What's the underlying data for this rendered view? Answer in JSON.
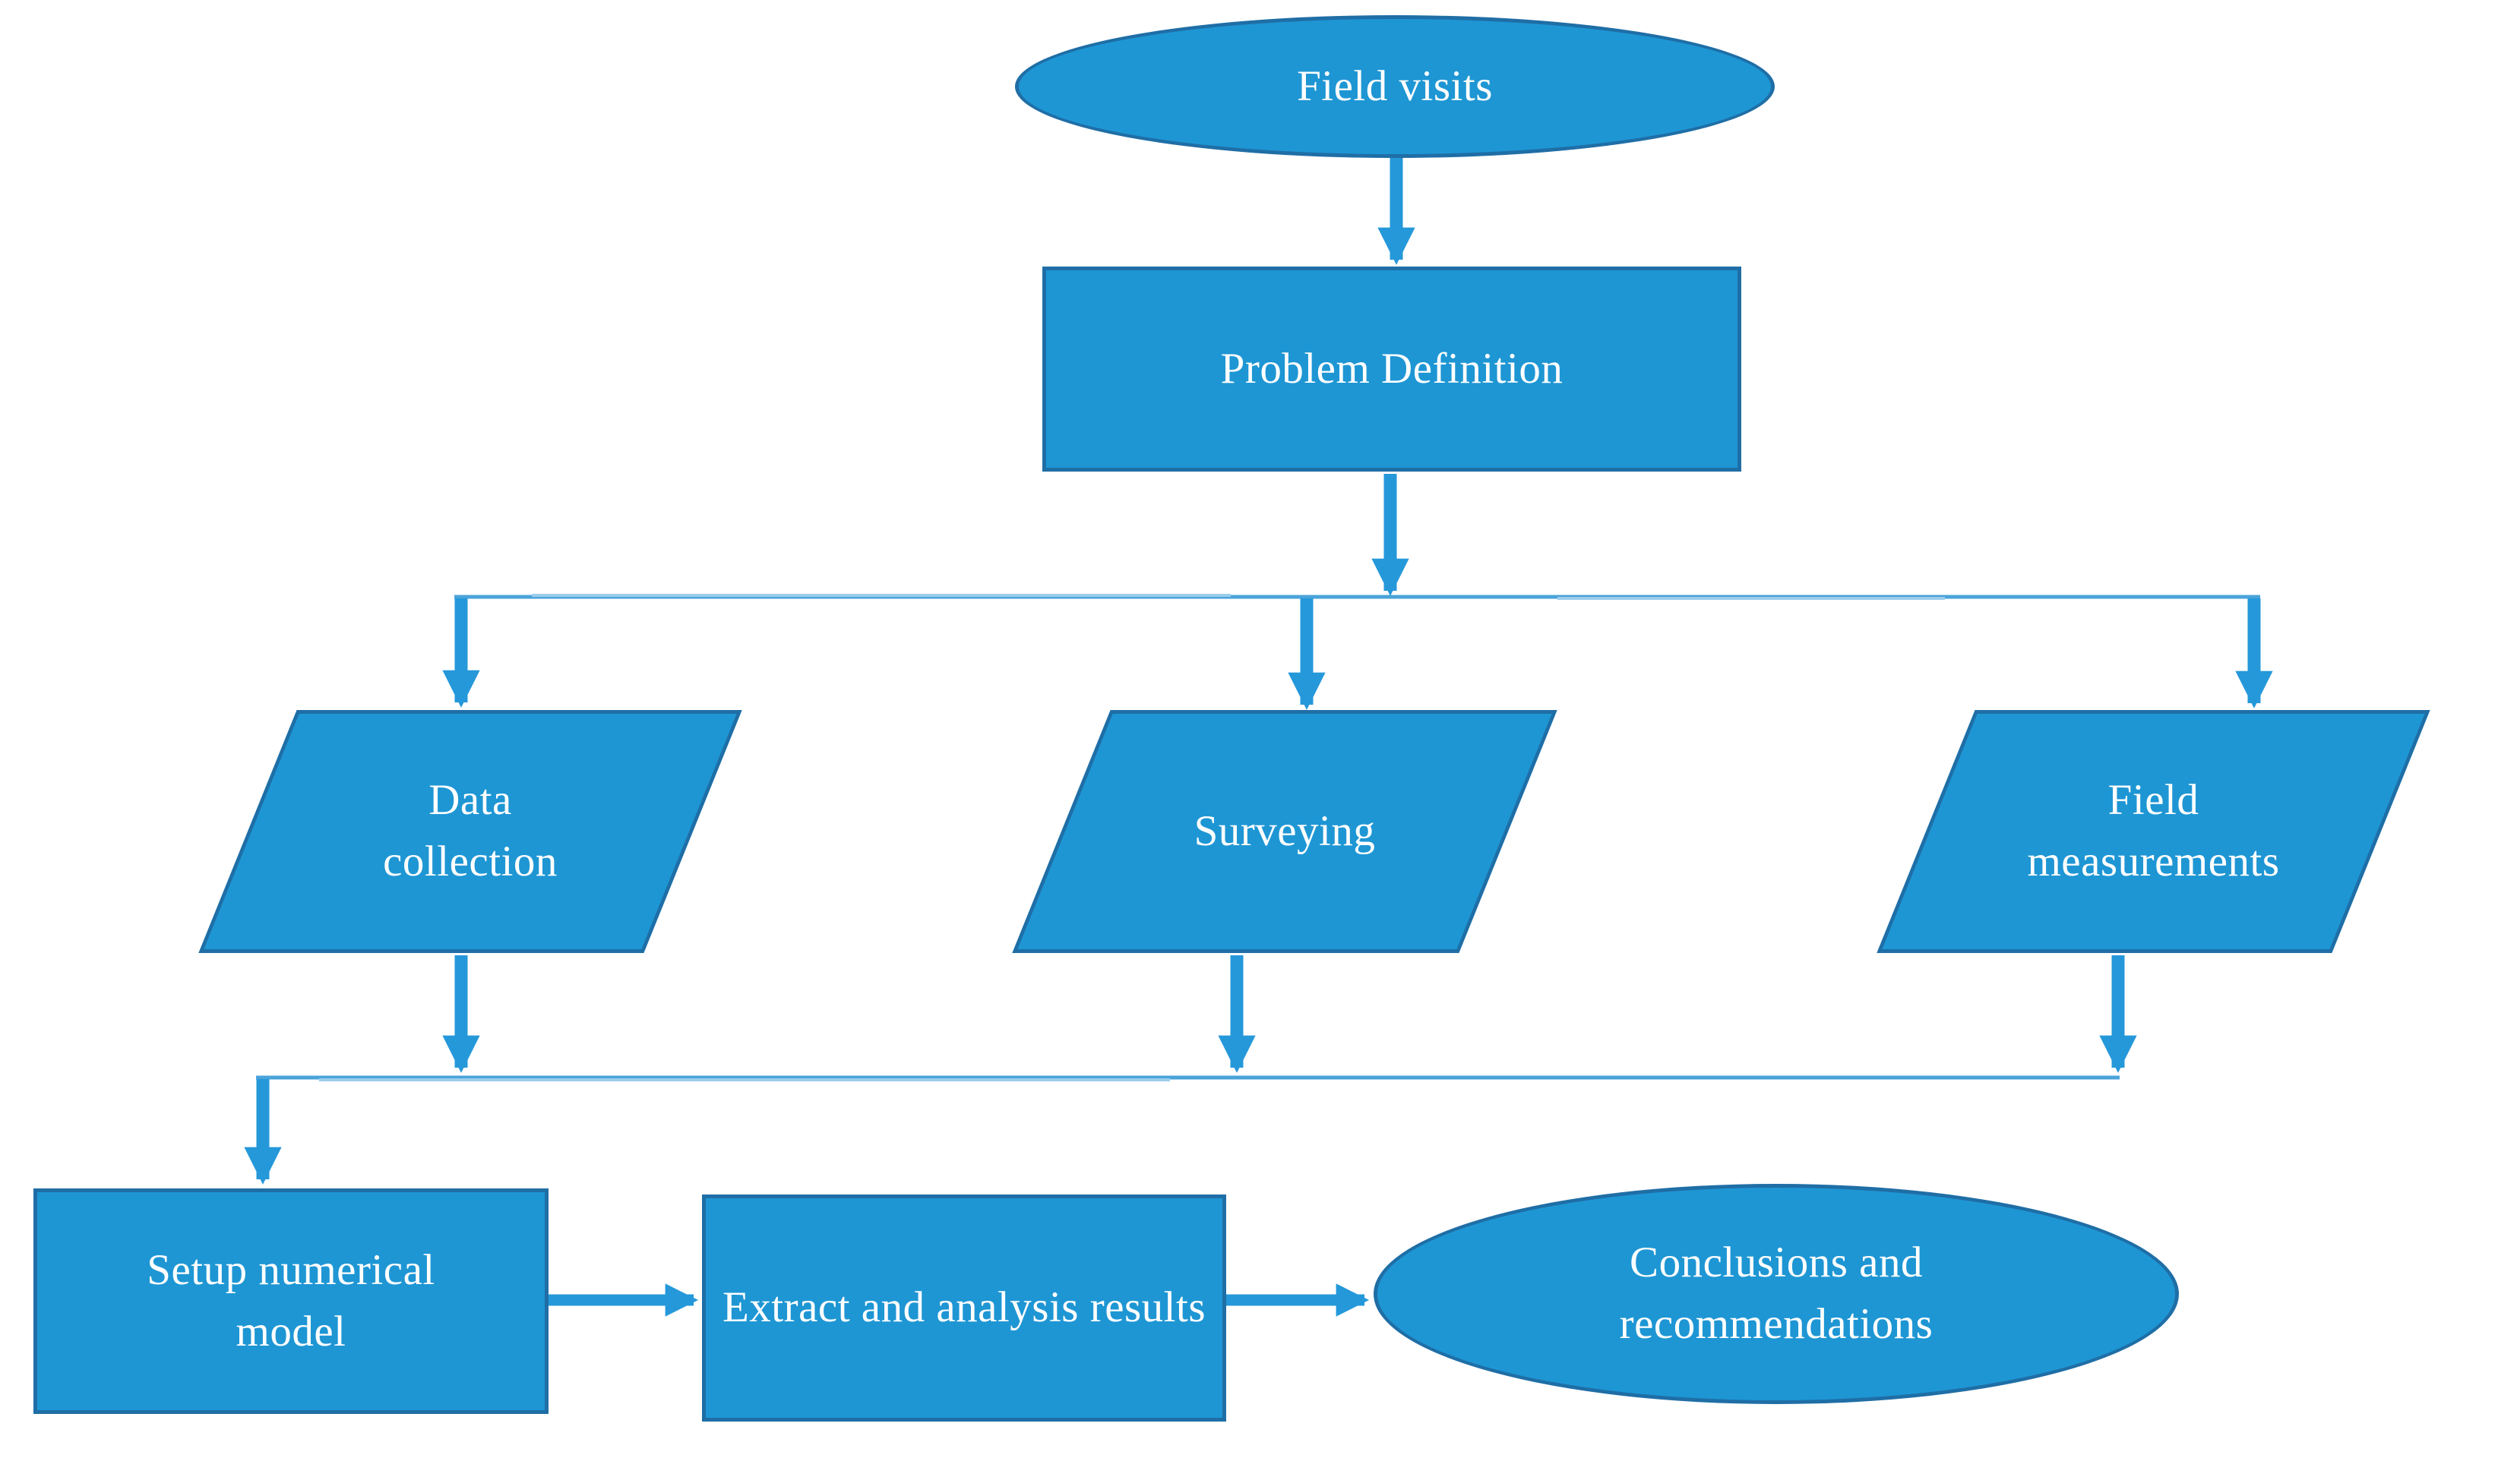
{
  "diagram": {
    "type": "flowchart",
    "background": "#ffffff",
    "colors": {
      "node-fill": "#1e96d4",
      "node-border": "#1f6ea6",
      "arrow": "#2598da",
      "connector": "#4aa3da",
      "connector-light": "#9bcdec",
      "label-text": "#ffffff"
    },
    "nodes": [
      {
        "id": "field-visits",
        "label": "Field visits",
        "shape": "ellipse"
      },
      {
        "id": "problem-definition",
        "label": "Problem Definition",
        "shape": "rectangle"
      },
      {
        "id": "data-collection",
        "label": "Data collection",
        "shape": "parallelogram"
      },
      {
        "id": "surveying",
        "label": "Surveying",
        "shape": "parallelogram"
      },
      {
        "id": "field-measurements",
        "label": "Field measurements",
        "shape": "parallelogram"
      },
      {
        "id": "setup-numerical-model",
        "label": "Setup numerical model",
        "shape": "rectangle"
      },
      {
        "id": "extract-analysis-results",
        "label": "Extract and analysis results",
        "shape": "rectangle"
      },
      {
        "id": "conclusions-recommendations",
        "label": "Conclusions and recommendations",
        "shape": "ellipse"
      }
    ],
    "edges": [
      {
        "from": "field-visits",
        "to": "problem-definition"
      },
      {
        "from": "problem-definition",
        "to": "data-collection"
      },
      {
        "from": "problem-definition",
        "to": "surveying"
      },
      {
        "from": "problem-definition",
        "to": "field-measurements"
      },
      {
        "from": "data-collection",
        "to": "setup-numerical-model"
      },
      {
        "from": "surveying",
        "to": "setup-numerical-model"
      },
      {
        "from": "field-measurements",
        "to": "setup-numerical-model"
      },
      {
        "from": "setup-numerical-model",
        "to": "extract-analysis-results"
      },
      {
        "from": "extract-analysis-results",
        "to": "conclusions-recommendations"
      }
    ]
  }
}
